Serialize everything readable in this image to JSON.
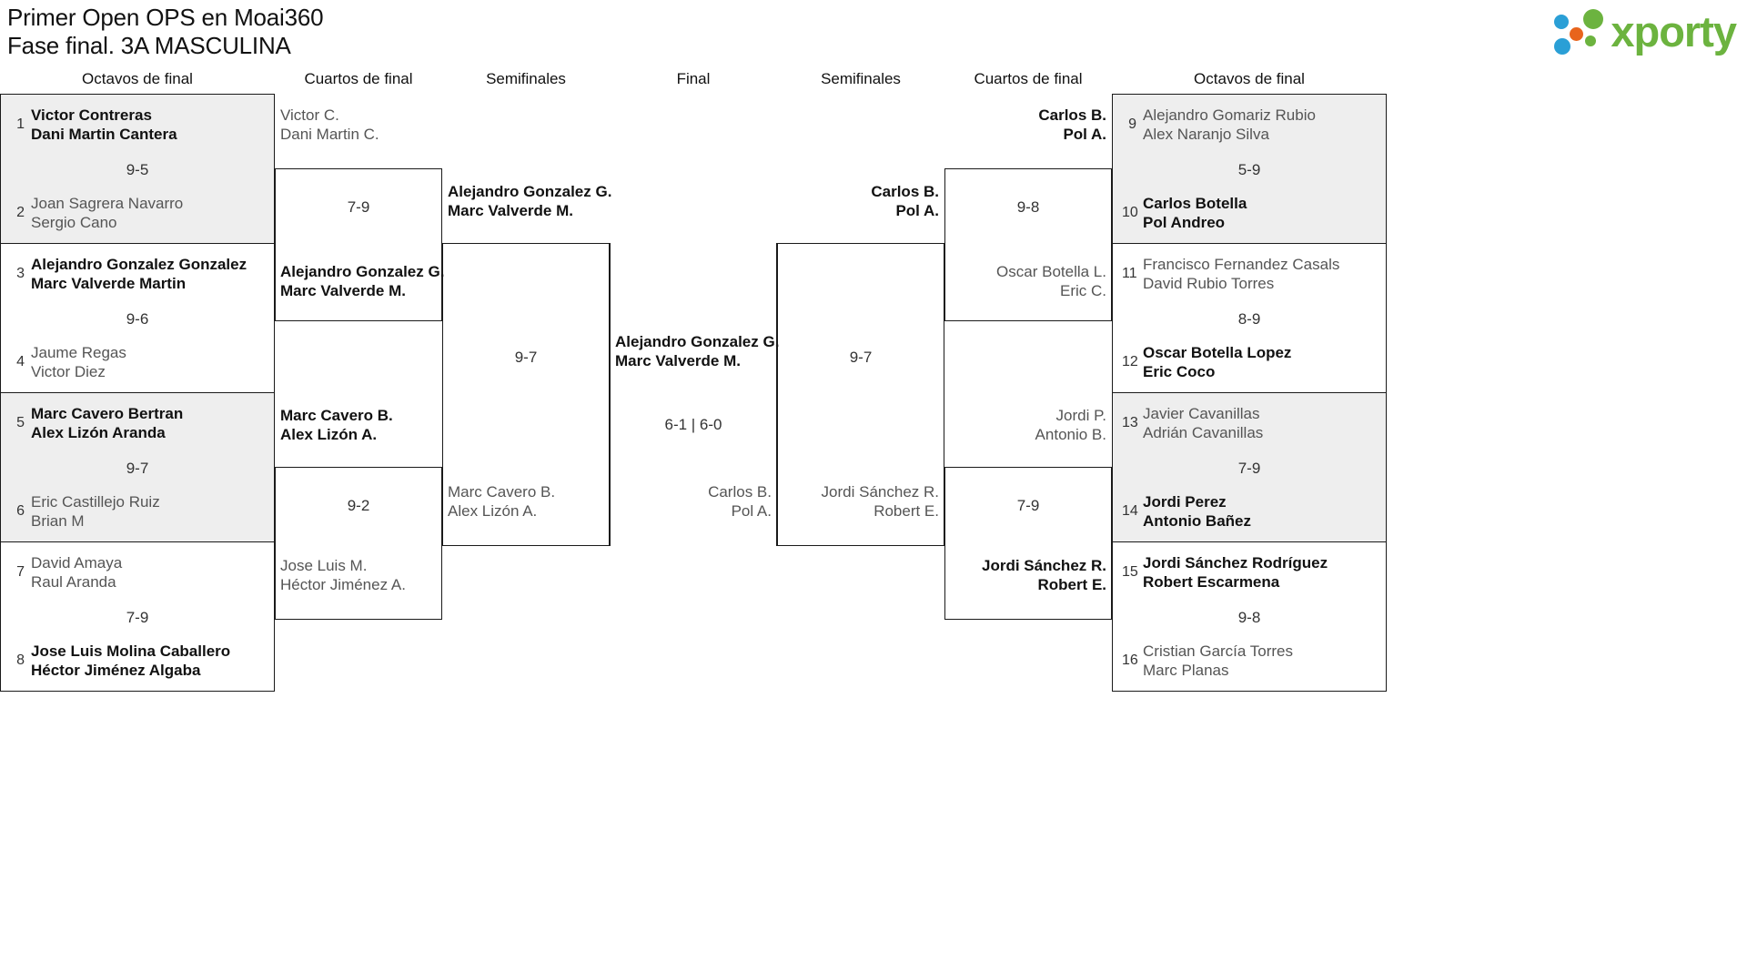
{
  "header": {
    "title_line1": "Primer Open OPS en Moai360",
    "title_line2": "Fase final. 3A MASCULINA",
    "logo_word": "xporty",
    "logo_colors": {
      "word": "#6cb33f",
      "dot_blue": "#2a9fd6",
      "dot_orange": "#e8641c",
      "dot_green": "#6cb33f"
    }
  },
  "round_headers": [
    {
      "label": "Octavos de final"
    },
    {
      "label": "Cuartos de final"
    },
    {
      "label": "Semifinales"
    },
    {
      "label": "Final"
    },
    {
      "label": "Semifinales"
    },
    {
      "label": "Cuartos de final"
    },
    {
      "label": "Octavos de final"
    }
  ],
  "left_r16": [
    {
      "seed_top": "1",
      "top_l1": "Victor Contreras",
      "top_l2": "Dani Martin Cantera",
      "seed_bot": "2",
      "bot_l1": "Joan Sagrera Navarro",
      "bot_l2": "Sergio Cano",
      "score": "9-5",
      "winner": "top",
      "shaded": true
    },
    {
      "seed_top": "3",
      "top_l1": "Alejandro Gonzalez Gonzalez",
      "top_l2": "Marc Valverde Martin",
      "seed_bot": "4",
      "bot_l1": "Jaume Regas",
      "bot_l2": "Victor Diez",
      "score": "9-6",
      "winner": "top",
      "shaded": false
    },
    {
      "seed_top": "5",
      "top_l1": "Marc Cavero Bertran",
      "top_l2": "Alex Lizón Aranda",
      "seed_bot": "6",
      "bot_l1": "Eric Castillejo Ruiz",
      "bot_l2": "Brian M",
      "score": "9-7",
      "winner": "top",
      "shaded": true
    },
    {
      "seed_top": "7",
      "top_l1": "David Amaya",
      "top_l2": "Raul Aranda",
      "seed_bot": "8",
      "bot_l1": "Jose Luis Molina Caballero",
      "bot_l2": "Héctor Jiménez Algaba",
      "score": "7-9",
      "winner": "bottom",
      "shaded": false
    }
  ],
  "right_r16": [
    {
      "seed_top": "9",
      "top_l1": "Alejandro Gomariz Rubio",
      "top_l2": "Alex Naranjo Silva",
      "seed_bot": "10",
      "bot_l1": "Carlos Botella",
      "bot_l2": "Pol Andreo",
      "score": "5-9",
      "winner": "bottom",
      "shaded": true
    },
    {
      "seed_top": "11",
      "top_l1": "Francisco Fernandez Casals",
      "top_l2": "David Rubio Torres",
      "seed_bot": "12",
      "bot_l1": "Oscar Botella Lopez",
      "bot_l2": "Eric Coco",
      "score": "8-9",
      "winner": "bottom",
      "shaded": false
    },
    {
      "seed_top": "13",
      "top_l1": "Javier Cavanillas",
      "top_l2": "Adrián Cavanillas",
      "seed_bot": "14",
      "bot_l1": "Jordi Perez",
      "bot_l2": "Antonio Bañez",
      "score": "7-9",
      "winner": "bottom",
      "shaded": true
    },
    {
      "seed_top": "15",
      "top_l1": "Jordi Sánchez Rodríguez",
      "top_l2": "Robert Escarmena",
      "seed_bot": "16",
      "bot_l1": "Cristian García Torres",
      "bot_l2": "Marc Planas",
      "score": "9-8",
      "winner": "top",
      "shaded": false
    }
  ],
  "left_qf": [
    {
      "top_l1": "Victor C.",
      "top_l2": "Dani Martin C.",
      "bot_l1": "Alejandro Gonzalez G.",
      "bot_l2": "Marc Valverde M.",
      "score": "7-9",
      "winner": "bottom"
    },
    {
      "top_l1": "Marc Cavero B.",
      "top_l2": "Alex Lizón A.",
      "bot_l1": "Jose Luis M.",
      "bot_l2": "Héctor Jiménez A.",
      "score": "9-2",
      "winner": "top"
    }
  ],
  "right_qf": [
    {
      "top_l1": "Carlos B.",
      "top_l2": "Pol A.",
      "bot_l1": "Oscar Botella L.",
      "bot_l2": "Eric C.",
      "score": "9-8",
      "winner": "top"
    },
    {
      "top_l1": "Jordi P.",
      "top_l2": "Antonio B.",
      "bot_l1": "Jordi Sánchez R.",
      "bot_l2": "Robert E.",
      "score": "7-9",
      "winner": "bottom"
    }
  ],
  "left_sf": {
    "top_l1": "Alejandro Gonzalez G.",
    "top_l2": "Marc Valverde M.",
    "bot_l1": "Marc Cavero B.",
    "bot_l2": "Alex Lizón A.",
    "score": "9-7",
    "winner": "top"
  },
  "right_sf": {
    "top_l1": "Carlos B.",
    "top_l2": "Pol A.",
    "bot_l1": "Jordi Sánchez R.",
    "bot_l2": "Robert E.",
    "score": "9-7",
    "winner": "top"
  },
  "final": {
    "top_l1": "Alejandro Gonzalez G.",
    "top_l2": "Marc Valverde M.",
    "bot_l1": "Carlos B.",
    "bot_l2": "Pol A.",
    "score": "6-1 | 6-0",
    "winner": "top"
  }
}
